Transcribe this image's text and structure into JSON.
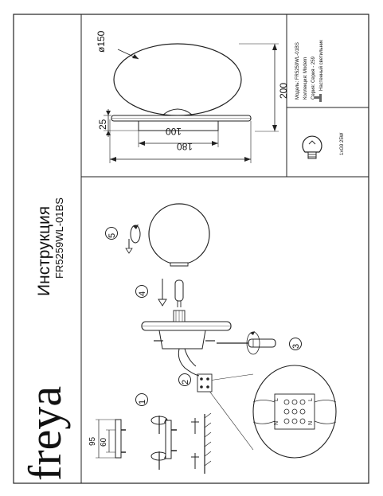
{
  "brand": "freya",
  "title": "Инструкция",
  "model_code": "FR5259WL-01BS",
  "spec_table": {
    "rows": [
      {
        "label": "Модель:",
        "value": "FR5259WL-01BS"
      },
      {
        "label": "Коллекция:",
        "value": "Modern"
      },
      {
        "label": "Серия:",
        "value": "Серия - 259"
      },
      {
        "label": "",
        "value": "Настенный светильник"
      }
    ],
    "lamp": "1xG9 25W"
  },
  "dimensions": {
    "diameter": "ø150",
    "height": "200",
    "base_depth": "25",
    "base_width": "100",
    "total_width": "180"
  },
  "mount_dims": {
    "a": "95",
    "b": "60"
  },
  "steps": [
    "1",
    "2",
    "3",
    "4",
    "5"
  ],
  "wiring_labels": {
    "top_left": "L",
    "top_right": "N",
    "bottom_left": "L",
    "bottom_right": "N"
  }
}
